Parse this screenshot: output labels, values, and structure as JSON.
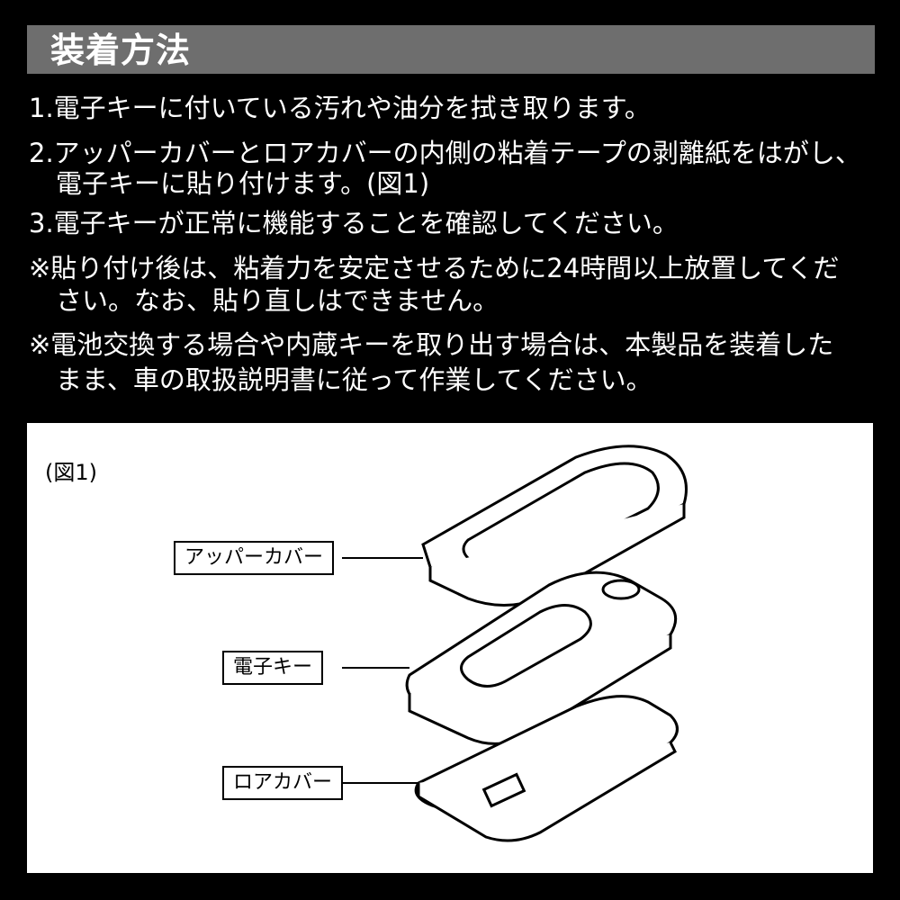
{
  "title": "装着方法",
  "instructions": [
    "1.電子キーに付いている汚れや油分を拭き取ります。",
    "2.アッパーカバーとロアカバーの内側の粘着テープの剥離紙をはがし、",
    "電子キーに貼り付けます。(図1)",
    "3.電子キーが正常に機能することを確認してください。",
    "※貼り付け後は、粘着力を安定させるために24時間以上放置してくだ",
    "さい。なお、貼り直しはできません。",
    "※電池交換する場合や内蔵キーを取り出す場合は、本製品を装着した",
    "まま、車の取扱説明書に従って作業してください。"
  ],
  "figure": {
    "label": "(図1)",
    "parts": [
      "アッパーカバー",
      "電子キー",
      "ロアカバー"
    ]
  }
}
